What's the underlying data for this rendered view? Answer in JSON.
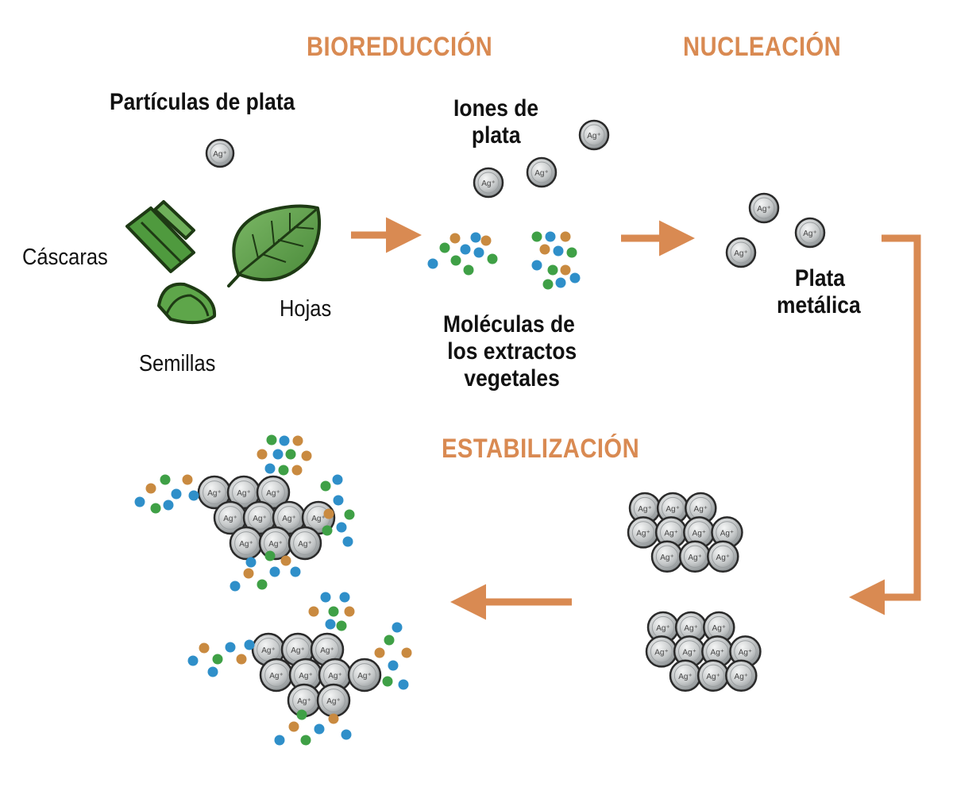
{
  "stages": {
    "bioreduccion": "BIOREDUCCIÓN",
    "nucleacion": "NUCLEACIÓN",
    "estabilizacion": "ESTABILIZACIÓN"
  },
  "labels": {
    "particulas": "Partículas de plata",
    "cascaras": "Cáscaras",
    "hojas": "Hojas",
    "semillas": "Semillas",
    "iones_line1": "Iones de",
    "iones_line2": "plata",
    "moleculas_line1": "Moléculas de",
    "moleculas_line2": "los extractos",
    "moleculas_line3": "vegetales",
    "plata_line1": "Plata",
    "plata_line2": "metálica"
  },
  "ag_symbol": "Ag⁺",
  "colors": {
    "accent": "#d98a52",
    "leaf": "#5e9e4a",
    "leaf_dark": "#1e3a14",
    "ag_fill": "#c8cbcc",
    "ag_stroke": "#2a2a2a",
    "mol_orange": "#c98a40",
    "mol_green": "#3fa046",
    "mol_blue": "#2f8fc9"
  }
}
